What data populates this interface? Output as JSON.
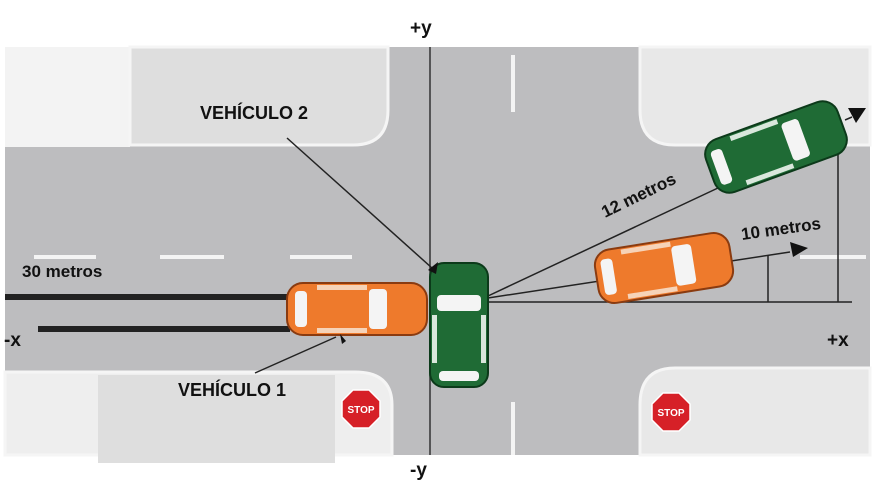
{
  "axes": {
    "plus_y": "+y",
    "minus_y": "-y",
    "plus_x": "+x",
    "minus_x": "-x"
  },
  "labels": {
    "vehicle_2": "VEHÍCULO 2",
    "vehicle_1": "VEHÍCULO 1",
    "skid_distance": "30 metros",
    "vehicle_2_distance": "12 metros",
    "vehicle_1_distance": "10 metros"
  },
  "signs": {
    "stop_left": "STOP",
    "stop_right": "STOP"
  },
  "colors": {
    "road": "#bdbdbf",
    "block": "#dedede",
    "car_orange": "#ee7a2c",
    "car_green": "#1f6b35",
    "stop": "#d62027"
  }
}
